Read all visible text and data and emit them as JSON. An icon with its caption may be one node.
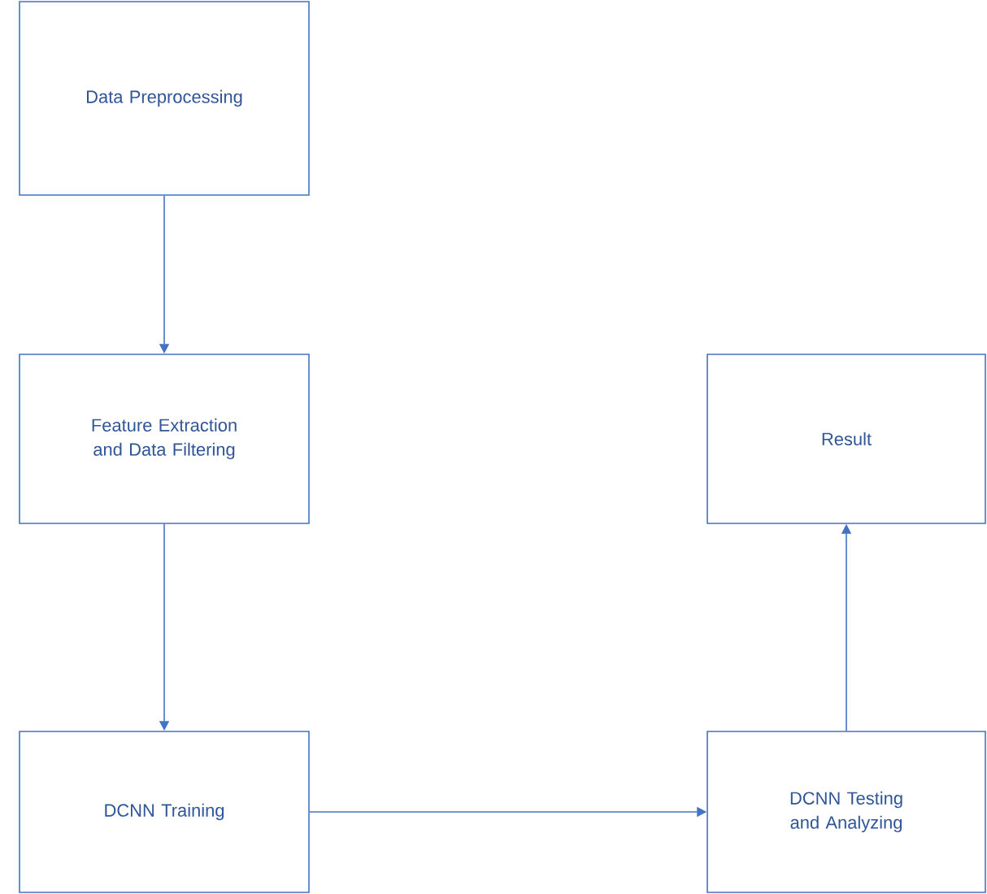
{
  "diagram": {
    "nodes": [
      {
        "text": [
          "Data Preprocessing"
        ]
      },
      {
        "text": [
          "Feature Extraction and Data Filtering"
        ]
      },
      {
        "text": [
          "Result"
        ]
      },
      {
        "text": [
          "DCNN Training"
        ]
      },
      {
        "text": [
          "DCNN Testing and Analyzing"
        ]
      }
    ],
    "edges": [
      {
        "from": 0,
        "to": 1,
        "arrow": "to"
      },
      {
        "from": 1,
        "to": 3,
        "arrow": "to"
      },
      {
        "from": 3,
        "to": 4,
        "arrow": "to"
      },
      {
        "from": 4,
        "to": 2,
        "arrow": "to"
      }
    ]
  }
}
